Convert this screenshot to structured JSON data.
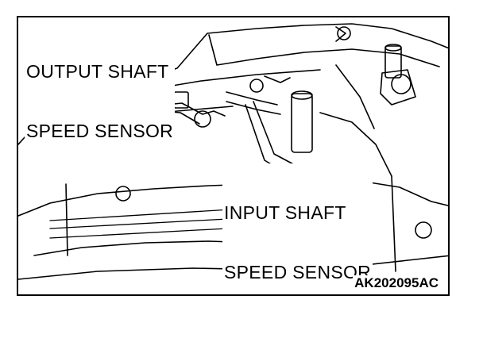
{
  "labels": {
    "output_sensor": [
      "OUTPUT SHAFT",
      "SPEED SENSOR"
    ],
    "input_sensor": [
      "INPUT SHAFT",
      "SPEED SENSOR"
    ]
  },
  "figure_id": "AK202095AC",
  "colors": {
    "line": "#000000",
    "background": "#ffffff"
  }
}
